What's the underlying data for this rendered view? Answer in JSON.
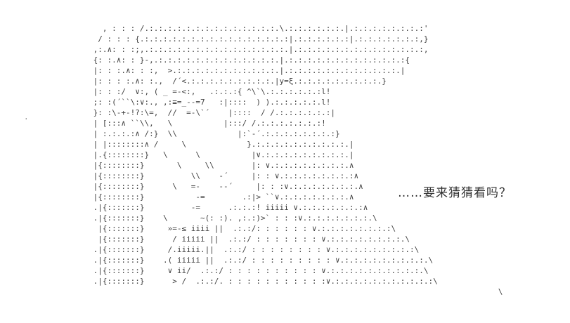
{
  "page": {
    "background_color": "#ffffff",
    "aa_color": "#3f3f3f",
    "speech_color": "#303030"
  },
  "speech": {
    "text": "……要来猜猜看吗？"
  },
  "stray_mark": {
    "text": "."
  },
  "ascii_art": {
    "lines": [
      "   , : : : /.:.:.:.:.:.:.:.:.:.:.:.:.:.:.\\.:.:.:.:.:.:.|.:.:.:.:.:.:.:.:'",
      "  / : : : {.:.:.:.:.:.:.:.:.:.:.:.:.:.:.:.:|.:.:.:.:.:.:|.:.:.:.:.:.:.:,}",
      " ,:.∧: : :;,.:.:.:.:.:.:.:.:.:.:.:.:.:.:.:.|.:.:.:.:.:.:.:.:.:.:.:.:.:.:,",
      " {: :.∧: : }-,.:.:.:.:.:.:.:.:.:.:.:.:.:.|.:.:.:.:.:.:.:.:.:.:.:.:.:{",
      " |: : :.∧: : :,  >.:.:.:.:.:.:.:.:.:.:.:.|.:.:.:.:.:.:.:.:.:.:.:.:.|",
      " |: : : :.∧: :.,  /´<.:.:.:.:.:.:.:.:.:.|y=ξ.:.:.:.:.:.:.:.:.:.}",
      " |: : :/  ∨:, ( _ =-<:,   .:.:.:{ ^\\`\\.:.:.:.:.:.:l!",
      " ;: :(´``\\:∨:., ,:≡=_--=7   :|::::  ) ).:.:.:.:.:.l!",
      " }: :\\-+-!?:\\=,  //  =-\\`´    |::::  / /.:.:.:.:.:.:|",
      " | [:::∧ ``\\\\,   \\           |:::/ /.:.:.:.:.:.:.:!",
      " | :.:.:.:∧ /:}  \\\\             |:`-´.:.:.:.:.:.:.:.:}",
      " | |::::::::∧ /     \\             }.:.:.:.:.:.:.:.:.:.:.|",
      " |.{::::::::}   \\      \\           |∨.:.:.:.:.:.:.:.:.:.|",
      " |{::::::::}       \\     \\\\        |: ∨.:.:.:.:.:.:.:.:.∧",
      " |{::::::::}          \\\\    -´     |: : ∨.:.:.:.:.:.:.:.:∧",
      " |{::::::::}      \\   =-    --´     |: : :∨.:.:.:.:.:.:.:.∧",
      " |{::::::::}           -=        .:|> ``∨.:.:.:.:.:.:.:.∧",
      " .|{:::::::}          -=      .:.:.:! iiiii ∨.:.:.:.:.:.:.:∧",
      " .|{:::::::}    \\       ~(: :). ,:.:)>` : : :∨.:.:.:.:.:.:.:.\\",
      "  |{:::::::}     »=-≤ iiii ||  .:.:/: : : : : : ∨.:.:.:.:.:.:.:.:\\",
      "  |{:::::::}      / iiiii ||  .:.:/ : : : : : : : ∨.:.:.:.:.:.:.:.:.\\",
      " .|{:::::::}     /.iiiii.||  .:.:/ : : : : : : : : ∨.:.:.:.:.:.:.:.:.:\\",
      " .|{:::::::}    .( iiiii ||  .:.:/ : : : : : : : : : ∨.:.:.:.:.:.:.:.:.:.\\",
      " .|{:::::::}     ∨ ii/  .:.:/ : : : : : : : : : : ∨.:.:.:.:.:.:.:.:.:.:.\\",
      " .|{:::::::}      > /  .:.:/. : : : : : : : : : : :∨.:.:.:.:.:.:.:.:.:.:.:\\",
      "                                                                                        \\"
    ]
  }
}
